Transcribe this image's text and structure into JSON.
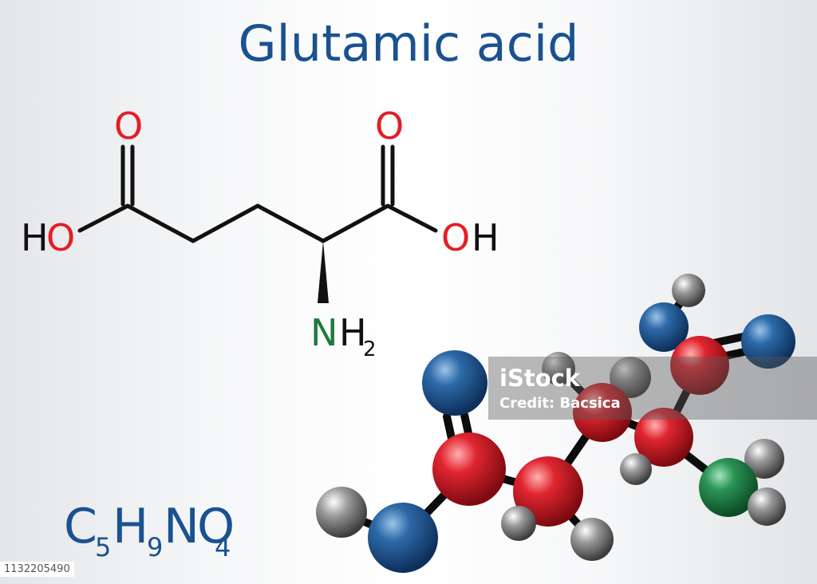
{
  "title": "Glutamic acid",
  "structure": {
    "left_H": "H",
    "left_O": "O",
    "left_carbonyl_O": "O",
    "right_carbonyl_O": "O",
    "right_O": "O",
    "right_H": "H",
    "amine_N": "N",
    "amine_H": "H",
    "amine_subscript": "2"
  },
  "formula": {
    "c": "C",
    "c_sub": "5",
    "h": "H",
    "h_sub": "9",
    "n": "N",
    "o": "O",
    "o_sub": "4"
  },
  "watermark": {
    "logo": "iStock",
    "credit": "Credit: Bacsica"
  },
  "stock_id": "1132205490",
  "colors": {
    "title": "#1a5290",
    "oxygen": "#e31e24",
    "nitrogen": "#1e7a3c",
    "bond": "#111111",
    "ball_oxygen": "#1f4f86",
    "ball_carbon": "#d0202c",
    "ball_nitrogen": "#1d7c44",
    "ball_hydrogen": "#8a8a8a"
  }
}
